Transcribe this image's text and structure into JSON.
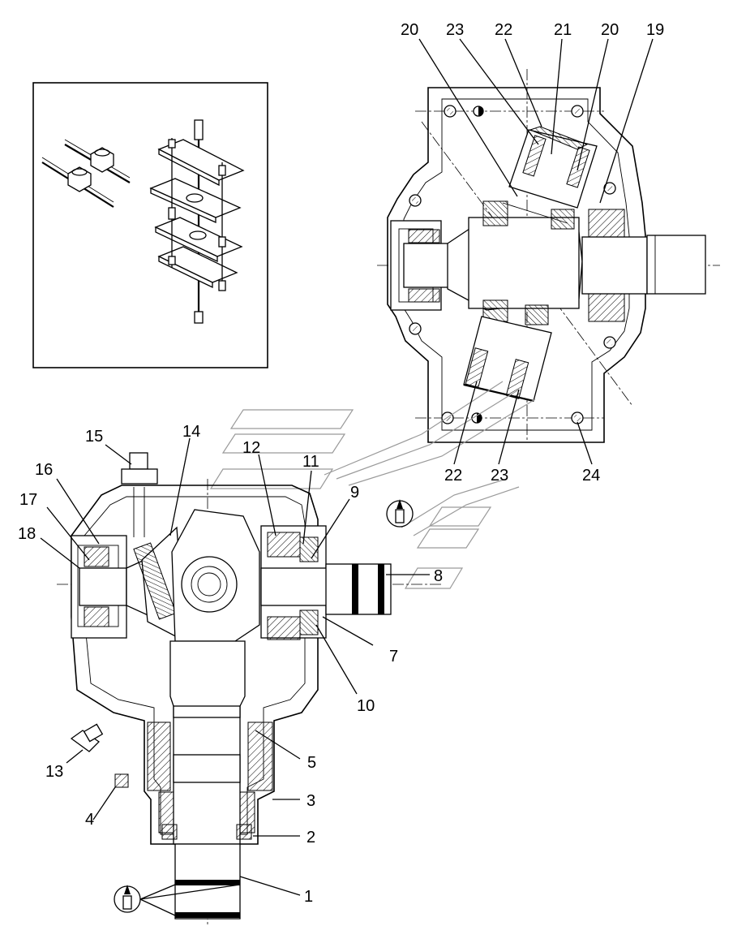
{
  "callouts": {
    "n1": "1",
    "n2": "2",
    "n3": "3",
    "n4": "4",
    "n5": "5",
    "n7": "7",
    "n8": "8",
    "n9": "9",
    "n10": "10",
    "n11": "11",
    "n12": "12",
    "n13": "13",
    "n14": "14",
    "n15": "15",
    "n16": "16",
    "n17": "17",
    "n18": "18",
    "n19": "19",
    "n20a": "20",
    "n20b": "20",
    "n21": "21",
    "n22a": "22",
    "n22b": "22",
    "n23a": "23",
    "n23b": "23",
    "n24": "24"
  },
  "icons": {
    "grease": "grease-tube-icon"
  },
  "colors": {
    "line": "#000000",
    "background": "#ffffff",
    "guide": "#9a9a9a"
  }
}
